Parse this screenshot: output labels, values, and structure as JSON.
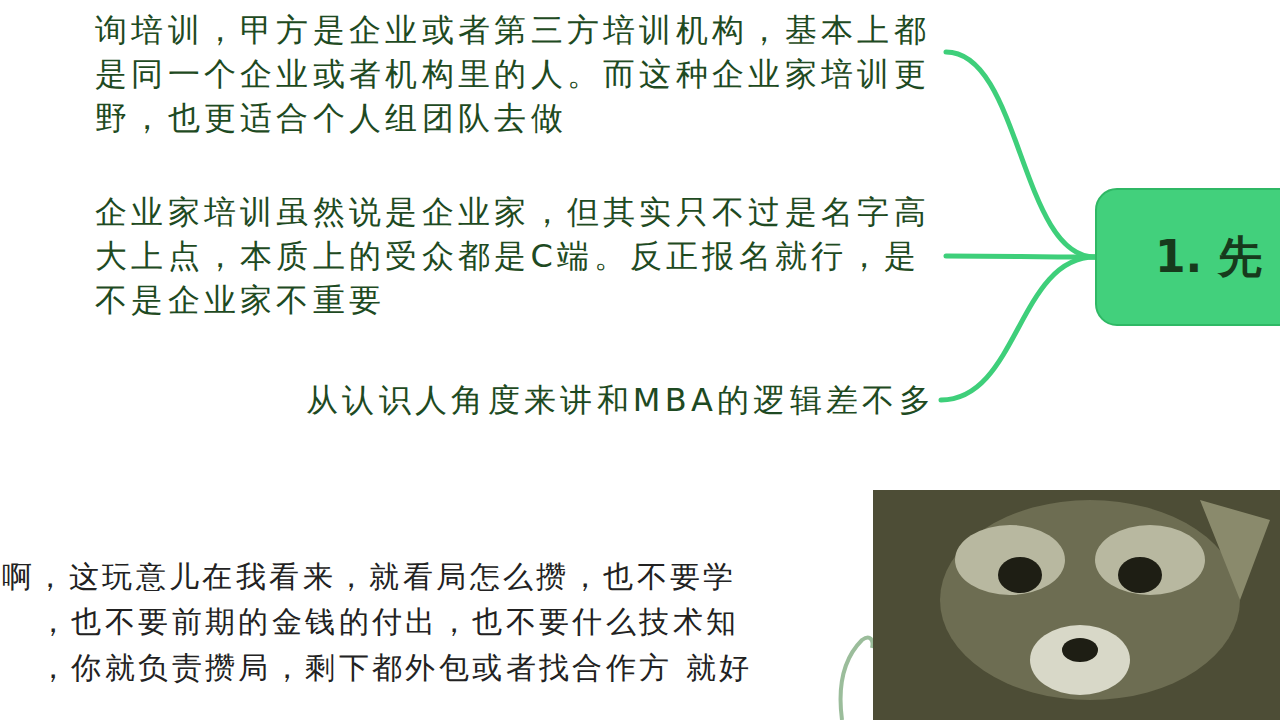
{
  "diagram": {
    "nodes": [
      {
        "text": [
          "1. 先"
        ]
      },
      {
        "text": [
          "询培训，甲方是企业或者第三方培训机构，基本上都 是同一个企业或者机构里的人。而这种企业家培训更 野，也更适合个人组团队去做"
        ]
      },
      {
        "text": [
          "企业家培训虽然说是企业家，但其实只不过是名字高 大上点，本质上的受众都是C端。反正报名就行，是 不是企业家不重要"
        ]
      },
      {
        "text": [
          "从认识人角度来讲和MBA的逻辑差不多"
        ]
      }
    ],
    "edges": [
      {
        "from": 0,
        "to": 1,
        "arrow": "none"
      },
      {
        "from": 0,
        "to": 2,
        "arrow": "none"
      },
      {
        "from": 0,
        "to": 3,
        "arrow": "none"
      }
    ],
    "labels": [
      "啊，这玩意儿在我看来，就看局怎么攒，也不要学",
      "，也不要前期的金钱的付出，也不要什么技术知",
      "，你就负责攒局，剩下都外包或者找合作方 就好"
    ]
  }
}
